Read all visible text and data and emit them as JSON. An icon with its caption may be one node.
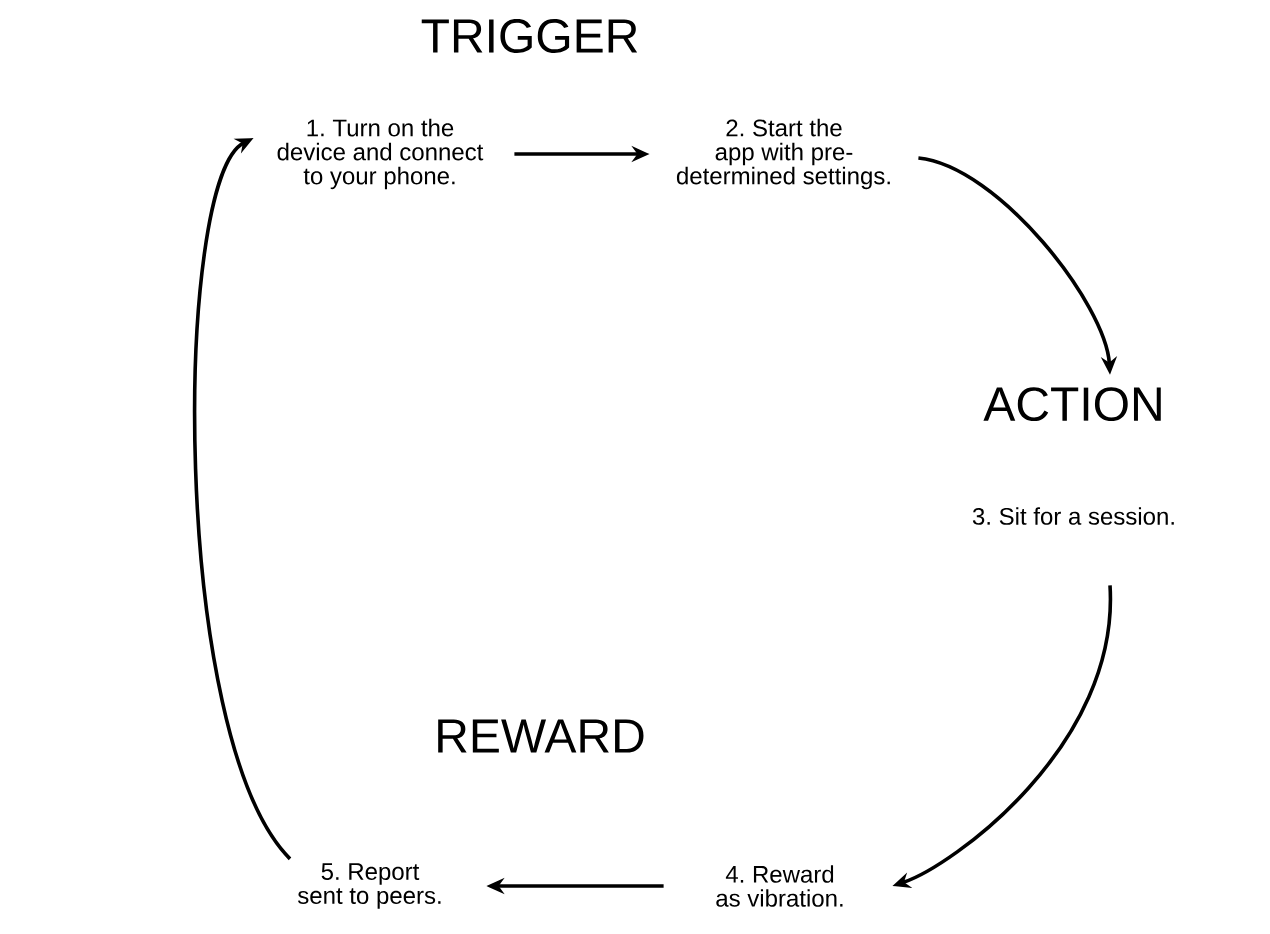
{
  "diagram": {
    "nodes": [
      {
        "text": [
          "1. Turn on the device and connect to your phone."
        ]
      },
      {
        "text": [
          "2. Start the app with pre-determined settings."
        ]
      },
      {
        "text": [
          "ACTION",
          "3. Sit for a session."
        ]
      },
      {
        "text": [
          "4. Reward as vibration."
        ]
      },
      {
        "text": [
          "5. Report sent to peers."
        ]
      }
    ],
    "edges": [
      {
        "from": 0,
        "to": 1,
        "arrow": "to"
      },
      {
        "from": 1,
        "to": 2,
        "arrow": "to"
      },
      {
        "from": 2,
        "to": 3,
        "arrow": "to"
      },
      {
        "from": 3,
        "to": 4,
        "arrow": "to"
      },
      {
        "from": 4,
        "to": 0,
        "arrow": "to"
      }
    ],
    "labels": [
      "TRIGGER",
      "REWARD"
    ]
  }
}
